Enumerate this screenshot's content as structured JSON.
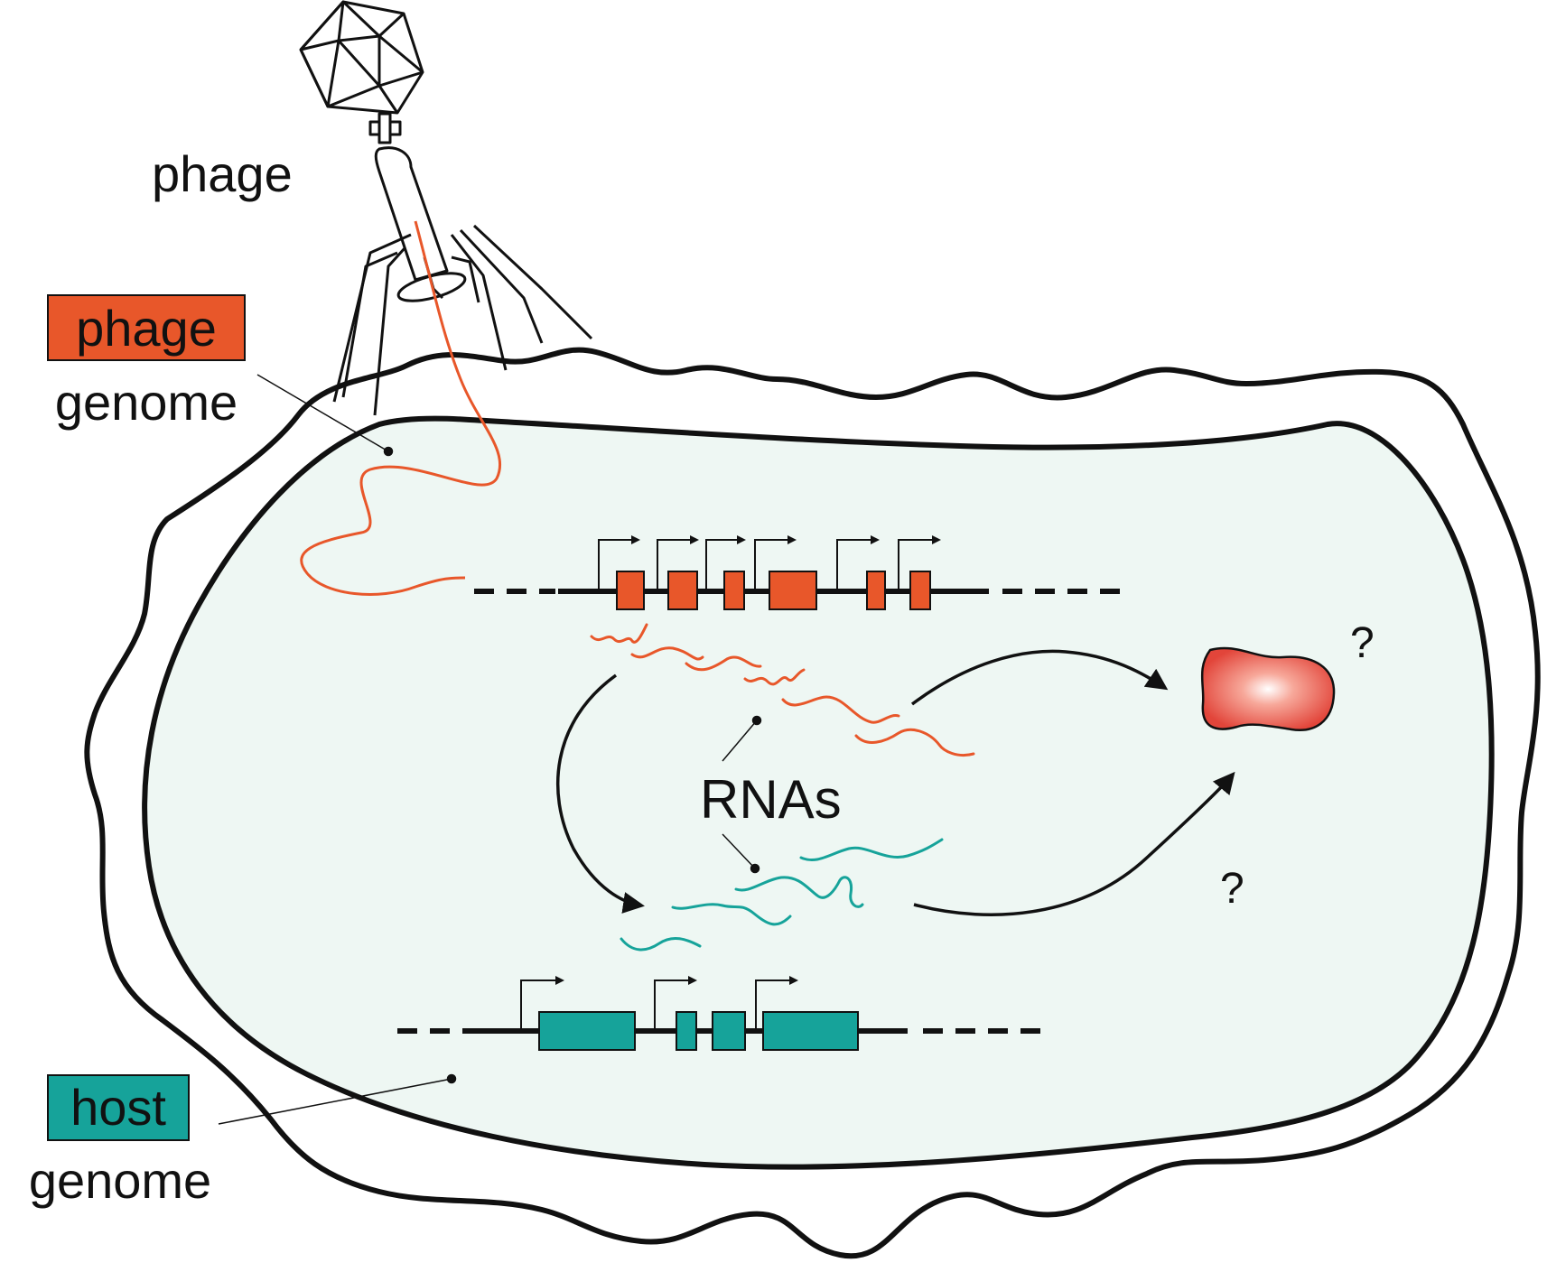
{
  "labels": {
    "phage": "phage",
    "phage_genome_box": "phage",
    "phage_genome_word": "genome",
    "host_genome_box": "host",
    "host_genome_word": "genome",
    "rnas": "RNAs",
    "question_1": "?",
    "question_2": "?"
  },
  "colors": {
    "phage": "#e8572a",
    "host": "#16a39a",
    "cytoplasm": "#eef7f3",
    "outline": "#111111"
  },
  "icons": {
    "phage_particle": "bacteriophage-icon",
    "protein": "protein-blob-icon"
  }
}
